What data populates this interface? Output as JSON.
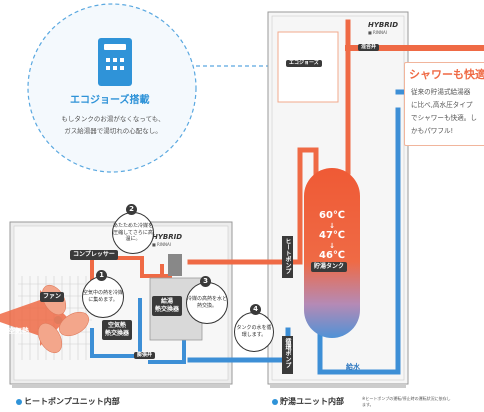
{
  "bubble": {
    "title": "エコジョーズ搭載",
    "line1": "もしタンクのお湯がなくなっても、",
    "line2": "ガス給湯器で湯切れの心配なし。"
  },
  "storage": {
    "brand": "HYBRID",
    "brand_sub": "■ RINNAI",
    "eco_label": "エコジョーズ",
    "mix_label": "混合弁",
    "tank_label": "貯湯タンク",
    "temps": [
      "60℃",
      "↓",
      "47℃",
      "↓",
      "46℃"
    ],
    "step4_note": "タンクの水を循環します。",
    "pump_label": "循環ポンプ",
    "heat_pipe_label": "ヒートポンプ",
    "water_label": "給水",
    "footer_title": "貯湯ユニット内部",
    "footer_note": "※ヒートポンプの運転/停止時の運転状況に依存します。"
  },
  "shower": {
    "title": "シャワーも快適",
    "line1": "従来の貯湯式給湯器",
    "line2": "に比べ,高水圧タイプ",
    "line3": "でシャワーも快適。し",
    "line4": "かもパワフル!"
  },
  "heatpump": {
    "brand": "HYBRID",
    "brand_sub": "■ RINNAI",
    "compressor": "コンプレッサー",
    "fan": "ファン",
    "air_hx": "空気熱\n熱交換器",
    "water_hx": "給湯\n熱交換器",
    "expansion": "膨張弁",
    "air_heat": "空気熱",
    "note1": "空気中の熱を冷媒に集めます。",
    "note2": "あたためた冷媒を圧縮してさらに高温に。",
    "note3": "冷媒の高熱を水と熱交換。",
    "nums": [
      "1",
      "2",
      "3",
      "4"
    ],
    "footer_title": "ヒートポンプユニット内部"
  },
  "colors": {
    "hot": "#ef6a45",
    "cold": "#3d8fd6",
    "accent": "#2f93d8"
  }
}
